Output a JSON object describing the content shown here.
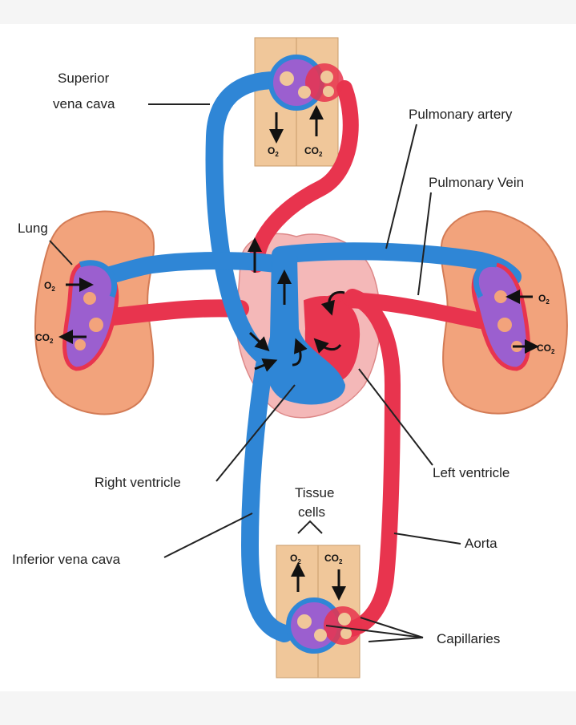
{
  "labels": {
    "superior_line1": "Superior",
    "superior_line2": "vena cava",
    "pulmonary_artery": "Pulmonary artery",
    "pulmonary_vein": "Pulmonary Vein",
    "lung": "Lung",
    "right_ventricle": "Right ventricle",
    "left_ventricle": "Left ventricle",
    "tissue_line1": "Tissue",
    "tissue_line2": "cells",
    "inferior_vena_cava": "Inferior vena cava",
    "aorta": "Aorta",
    "capillaries": "Capillaries"
  },
  "gas": {
    "o2": "O",
    "co2": "CO",
    "sub": "2"
  },
  "colors": {
    "oxygenated": "#e8344e",
    "deoxygenated": "#2f86d6",
    "mixed": "#9b5fcf",
    "lung": "#f2a37c",
    "tissue": "#f0c79a",
    "heart_wall": "#f4b8b8"
  }
}
